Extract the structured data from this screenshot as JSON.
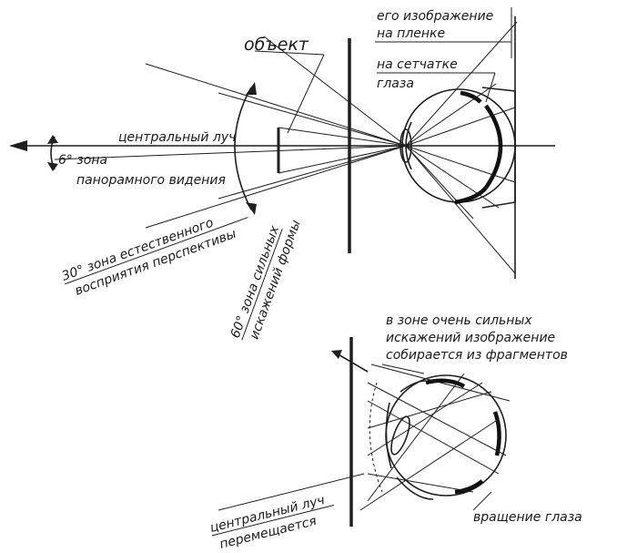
{
  "labels": {
    "object": "объект",
    "image_line1": "его изображение",
    "image_line2": "на пленке",
    "image_line3": "на сетчатке",
    "image_line4": "глаза",
    "central_ray": "центральный луч",
    "zone6_a": "6° зона",
    "zone6_b": "панорамного видения",
    "zone30_a": "30° зона естественного",
    "zone30_b": "восприятия перспективы",
    "zone60_a": "60° зона сильных",
    "zone60_b": "искажений формы",
    "strong_a": "в зоне очень сильных",
    "strong_b": "искажений изображение",
    "strong_c": "собирается из фрагментов",
    "central_ray_2": "центральный луч",
    "moves": "перемещается",
    "eye_rotation": "вращение глаза"
  }
}
